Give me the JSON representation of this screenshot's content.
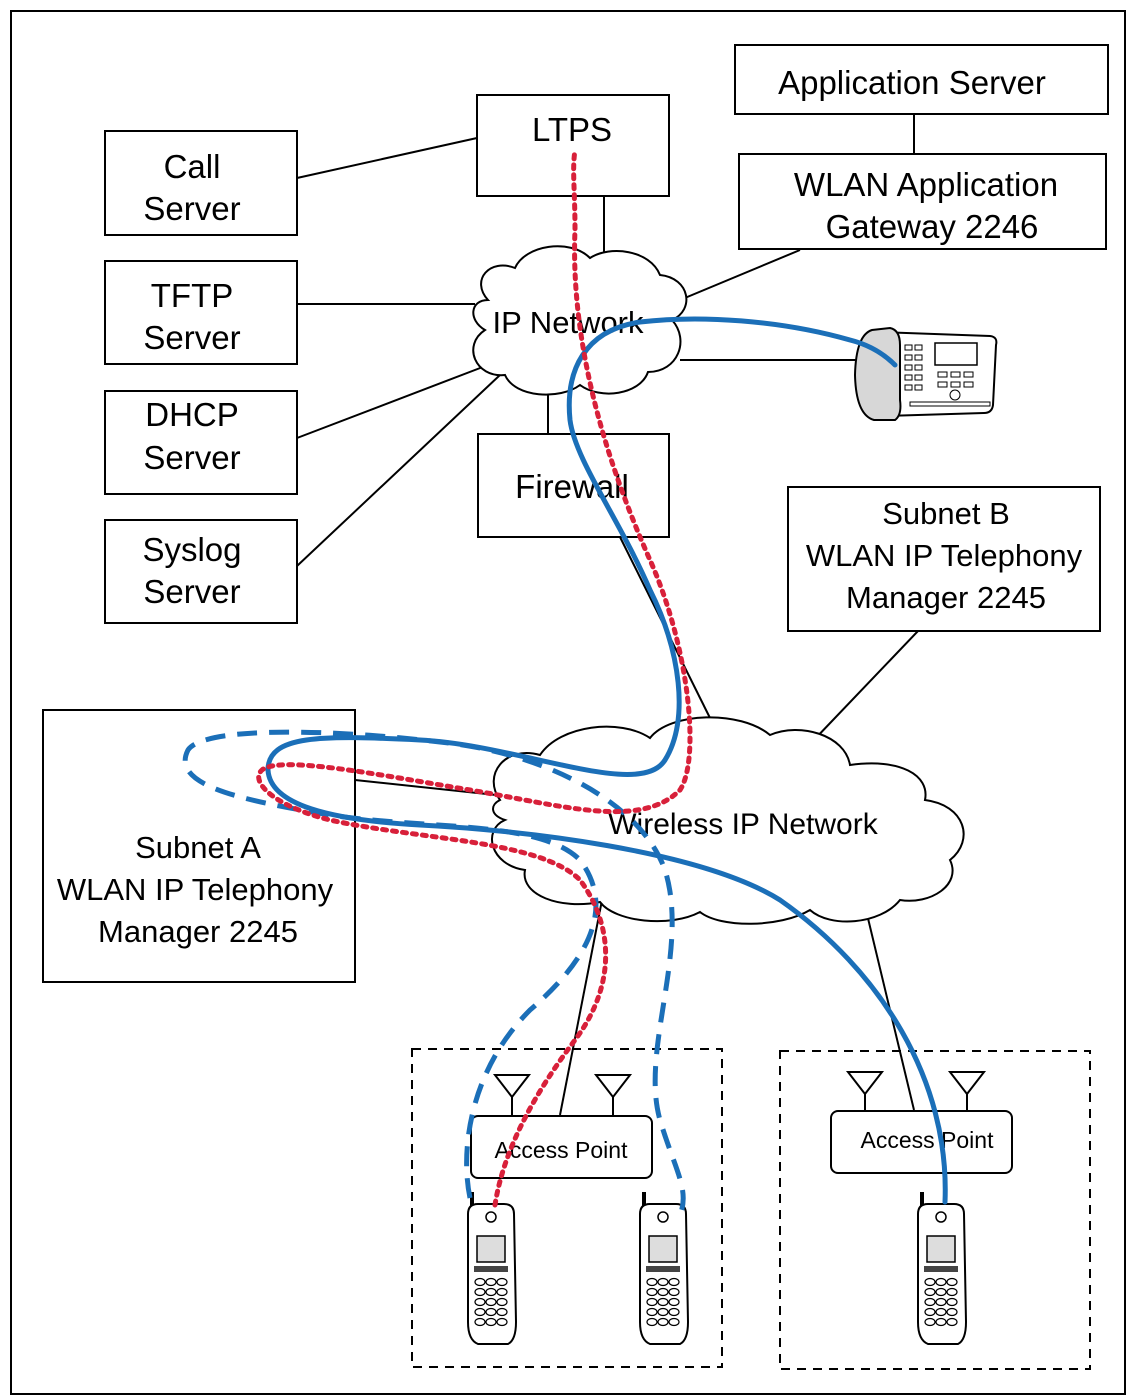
{
  "nodes": {
    "call_server": [
      "Call",
      "Server"
    ],
    "tftp_server": [
      "TFTP",
      "Server"
    ],
    "dhcp_server": [
      "DHCP",
      "Server"
    ],
    "syslog_server": [
      "Syslog",
      "Server"
    ],
    "ltps": "LTPS",
    "application_server": "Application Server",
    "wlan_gateway": [
      "WLAN Application",
      "Gateway 2246"
    ],
    "ip_network": "IP Network",
    "firewall": "Firewall",
    "subnet_b": [
      "Subnet B",
      "WLAN IP Telephony",
      "Manager 2245"
    ],
    "subnet_a": [
      "Subnet A",
      "WLAN IP Telephony",
      "Manager 2245"
    ],
    "wireless_ip_network": "Wireless IP Network",
    "access_point_1": "Access Point",
    "access_point_2": "Access Point"
  },
  "colors": {
    "path_blue": "#1b6fb8",
    "path_red": "#d8203a"
  },
  "icons": [
    "desk-phone-icon",
    "handset-icon",
    "antenna-icon"
  ]
}
